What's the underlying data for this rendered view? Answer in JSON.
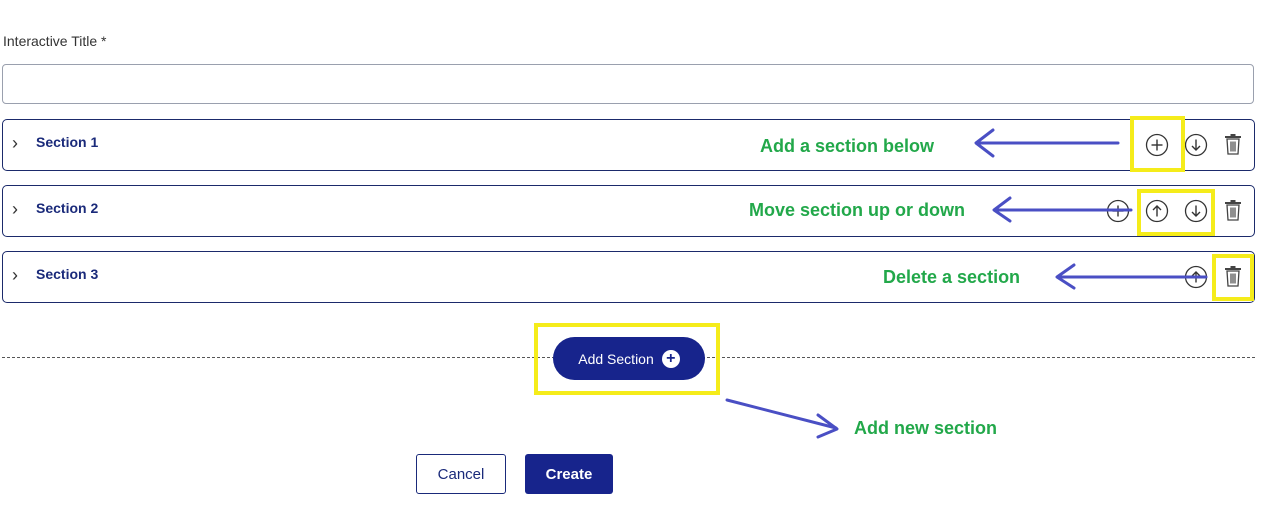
{
  "form": {
    "title_label": "Interactive Title *",
    "title_value": ""
  },
  "sections": [
    {
      "label": "Section 1"
    },
    {
      "label": "Section 2"
    },
    {
      "label": "Section 3"
    }
  ],
  "add_section": {
    "label": "Add Section"
  },
  "footer": {
    "cancel_label": "Cancel",
    "create_label": "Create"
  },
  "annotations": {
    "add_below": "Add a section below",
    "move": "Move section up or down",
    "delete": "Delete a section",
    "add_new": "Add new section"
  },
  "colors": {
    "primary": "#17248c",
    "annotation_text": "#22a84a",
    "arrow": "#4a4fc4",
    "highlight": "#f5ec1a"
  },
  "icons": [
    "chevron-right-icon",
    "plus-circle-icon",
    "arrow-up-circle-icon",
    "arrow-down-circle-icon",
    "trash-icon"
  ]
}
